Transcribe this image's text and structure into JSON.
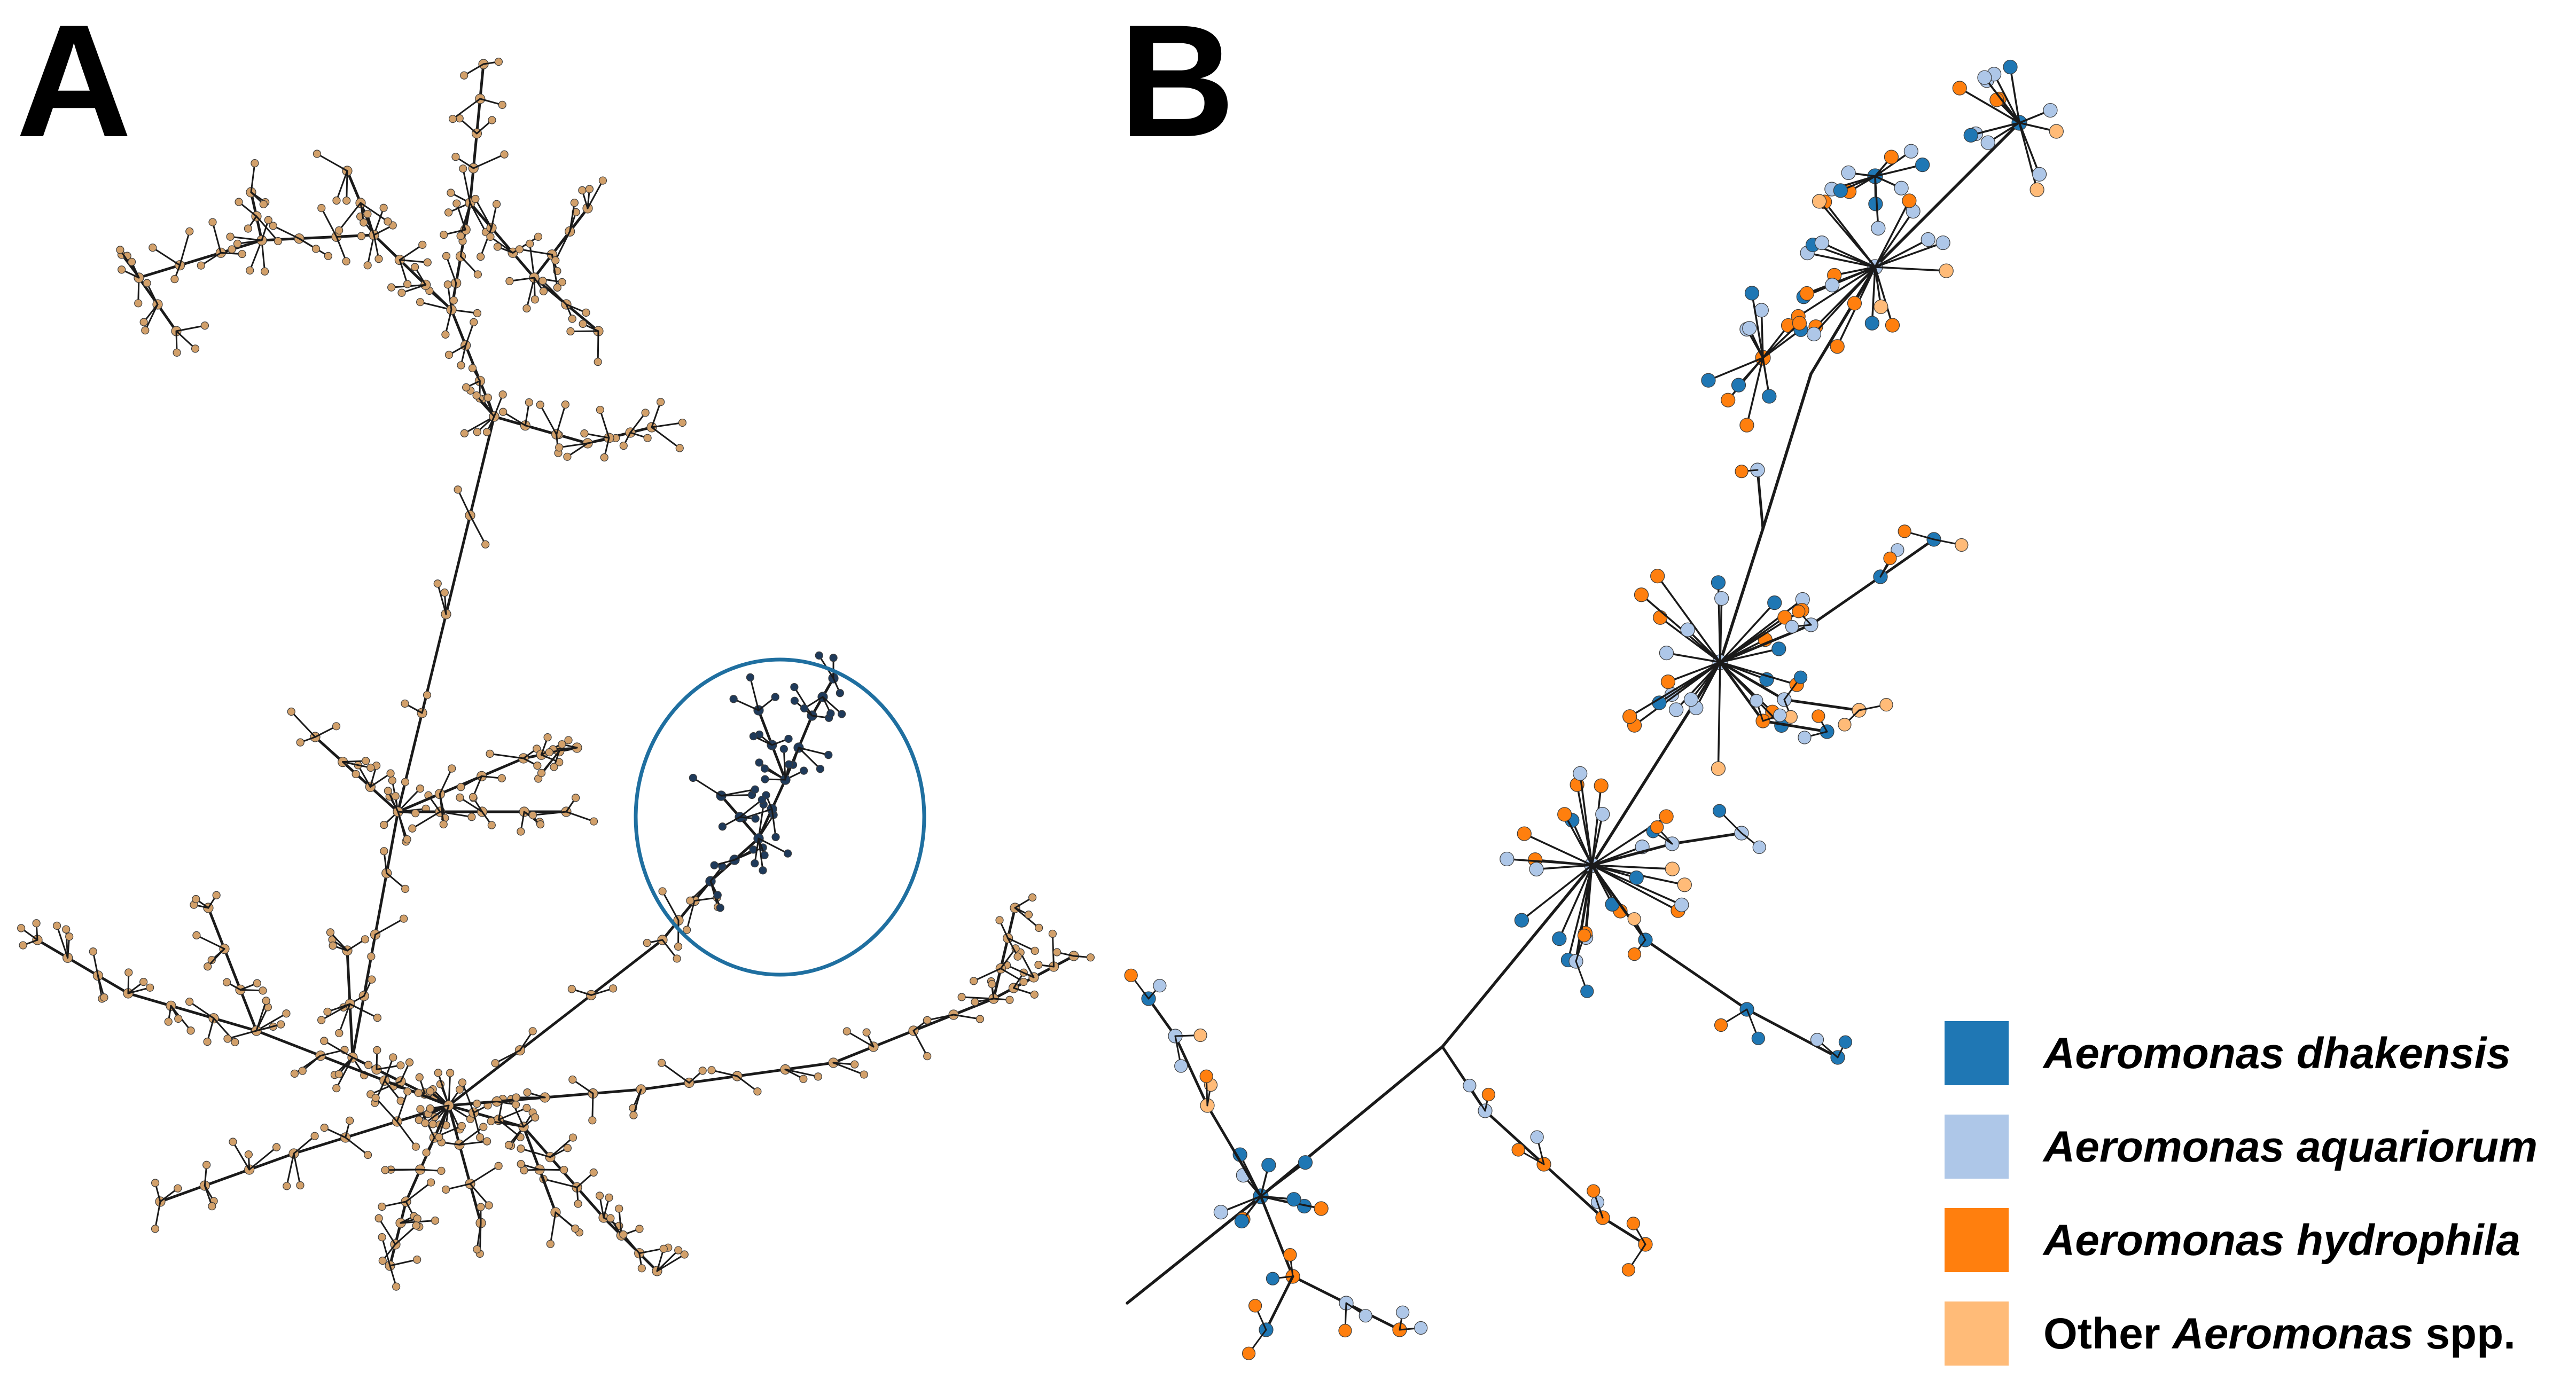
{
  "panels": [
    {
      "label": "A"
    },
    {
      "label": "B"
    }
  ],
  "highlight_circle_color": "#1f6fa0",
  "legend": [
    {
      "prefix": "",
      "italic": "Aeromonas dhakensis",
      "suffix": "",
      "color": "#1f77b4"
    },
    {
      "prefix": "",
      "italic": "Aeromonas aquariorum",
      "suffix": "",
      "color": "#aec7e8"
    },
    {
      "prefix": "",
      "italic": "Aeromonas hydrophila",
      "suffix": "",
      "color": "#ff7f0e"
    },
    {
      "prefix": "Other ",
      "italic": "Aeromonas",
      "suffix": " spp.",
      "color": "#ffbb78"
    }
  ],
  "colors": {
    "edge": "#1a1a1a",
    "panel_a_node": "#d2a06a",
    "panel_a_cluster_node": "#1f3a5a"
  }
}
